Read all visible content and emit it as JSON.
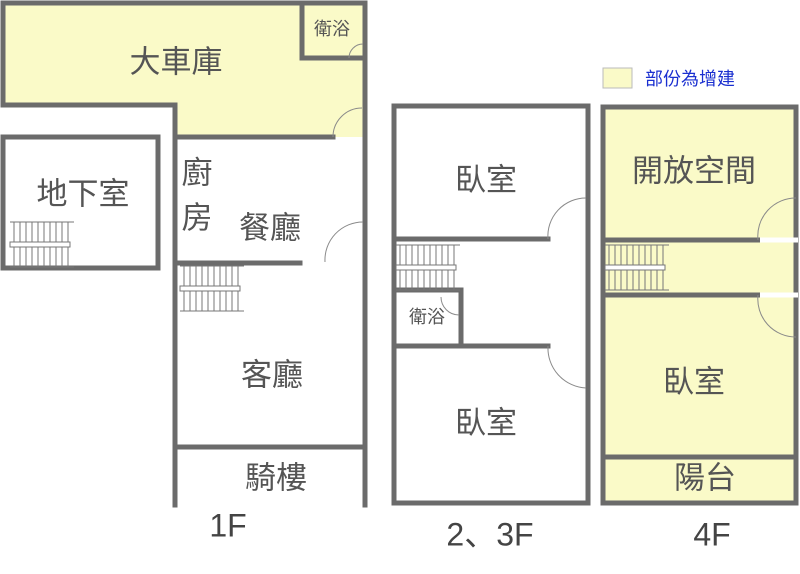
{
  "colors": {
    "extension": "#fafac8",
    "wall": "#6b6b6b",
    "legend_text": "#1a2fd0"
  },
  "legend": {
    "label": "部份為增建"
  },
  "floor1": {
    "label": "1F",
    "rooms": {
      "garage": "大車庫",
      "bath": "衛浴",
      "basement": "地下室",
      "kitchen_1": "廚",
      "kitchen_2": "房",
      "dining": "餐廳",
      "living": "客廳",
      "arcade": "騎樓"
    }
  },
  "floor23": {
    "label": "2、3F",
    "rooms": {
      "bedroom_top": "臥室",
      "bath": "衛浴",
      "bedroom_bottom": "臥室"
    }
  },
  "floor4": {
    "label": "4F",
    "rooms": {
      "open_space": "開放空間",
      "bedroom": "臥室",
      "balcony": "陽台"
    }
  }
}
